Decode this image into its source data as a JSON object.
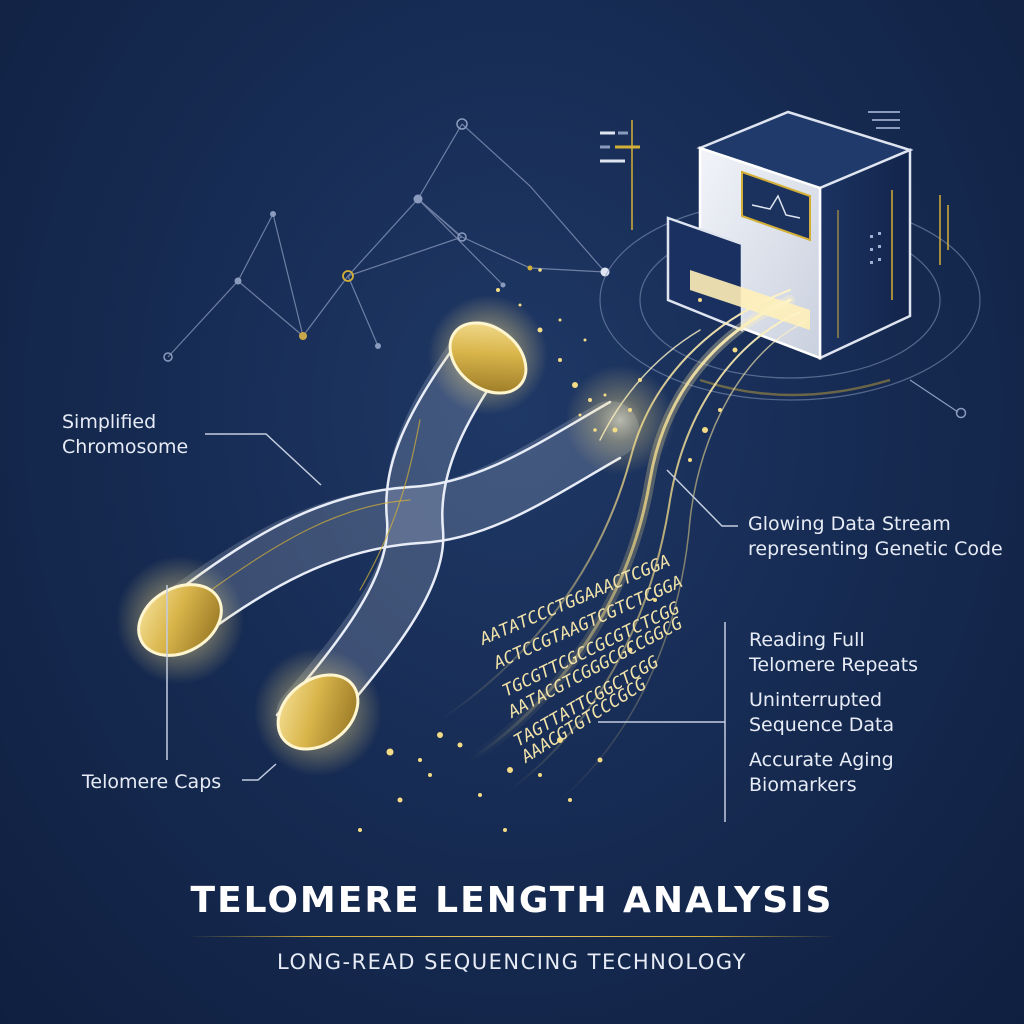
{
  "labels": {
    "chromosome": [
      "Simplified",
      "Chromosome"
    ],
    "data_stream": [
      "Glowing Data Stream",
      "representing Genetic Code"
    ],
    "telomere_caps": "Telomere Caps"
  },
  "benefits": [
    [
      "Reading Full",
      "Telomere Repeats"
    ],
    [
      "Uninterrupted",
      "Sequence Data"
    ],
    [
      "Accurate Aging",
      "Biomarkers"
    ]
  ],
  "title": "TELOMERE LENGTH ANALYSIS",
  "subtitle": "LONG-READ SEQUENCING TECHNOLOGY",
  "sequence_text": [
    "AATATCCCTGGAAACTCGGA",
    "ACTCCGTAAGTCGTCTCGGA",
    "TGCGTTCGCCGCGTCTCGG",
    "AATACGTCGGGCGCCGGCG",
    "TAGTTATTCGGCTCGG",
    "AAACGTGTCCCGCG"
  ],
  "colors": {
    "background": "#172c54",
    "gold": "#d4af37",
    "gold_glow": "#f5dc86",
    "line": "#8a9bbd",
    "text": "#e6ebf5"
  },
  "icons": [
    "sequencer-machine-icon",
    "network-graph-icon",
    "chromosome-icon",
    "telomere-cap-icon"
  ]
}
